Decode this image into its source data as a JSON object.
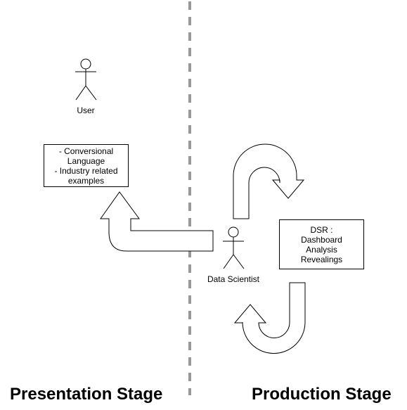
{
  "actors": {
    "user": {
      "label": "User"
    },
    "data_scientist": {
      "label": "Data Scientist"
    }
  },
  "boxes": {
    "presentation": {
      "lines": [
        "- Conversional",
        "Language",
        "- Industry related",
        "examples"
      ]
    },
    "dsr": {
      "lines": [
        "DSR :",
        "Dashboard",
        "Analysis",
        "Revealings"
      ]
    }
  },
  "stages": {
    "left": "Presentation Stage",
    "right": "Production Stage"
  },
  "colors": {
    "divider": "#999999",
    "stroke": "#000000",
    "fill": "#ffffff"
  }
}
